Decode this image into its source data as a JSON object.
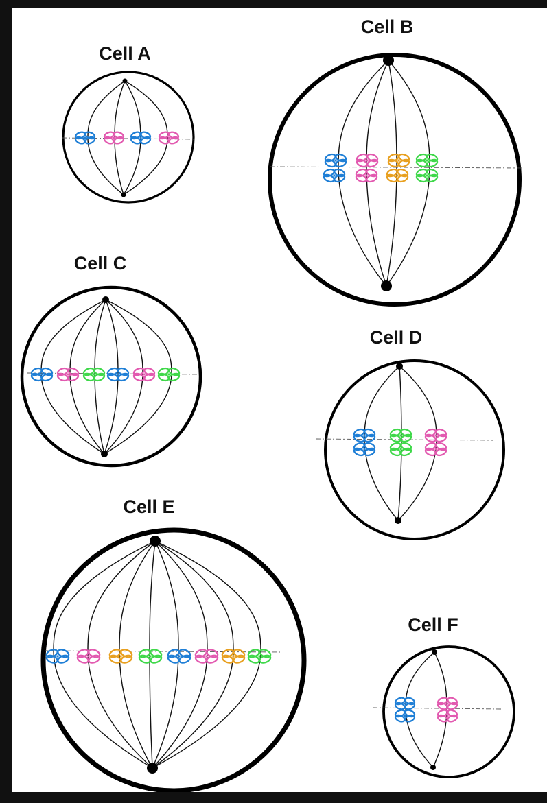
{
  "colors": {
    "background": "#111111",
    "sheet": "#ffffff",
    "ink": "#000000",
    "blue": "#1f7fd6",
    "pink": "#e25ab0",
    "orange": "#e8a020",
    "green": "#3fd84a"
  },
  "cells": [
    {
      "id": "A",
      "label": "Cell A",
      "chromosome_rows": [
        [
          "blue",
          "pink",
          "blue",
          "pink"
        ]
      ]
    },
    {
      "id": "B",
      "label": "Cell B",
      "chromosome_rows": [
        [
          "blue",
          "pink",
          "orange",
          "green"
        ],
        [
          "blue",
          "pink",
          "orange",
          "green"
        ]
      ]
    },
    {
      "id": "C",
      "label": "Cell C",
      "chromosome_rows": [
        [
          "blue",
          "pink",
          "green",
          "blue",
          "pink",
          "green"
        ]
      ]
    },
    {
      "id": "D",
      "label": "Cell D",
      "chromosome_rows": [
        [
          "blue",
          "green",
          "pink"
        ],
        [
          "blue",
          "green",
          "pink"
        ]
      ]
    },
    {
      "id": "E",
      "label": "Cell E",
      "chromosome_rows": [
        [
          "blue",
          "pink",
          "orange",
          "green",
          "blue",
          "pink",
          "orange",
          "green"
        ]
      ]
    },
    {
      "id": "F",
      "label": "Cell F",
      "chromosome_rows": [
        [
          "blue",
          "pink"
        ],
        [
          "blue",
          "pink"
        ]
      ]
    }
  ]
}
